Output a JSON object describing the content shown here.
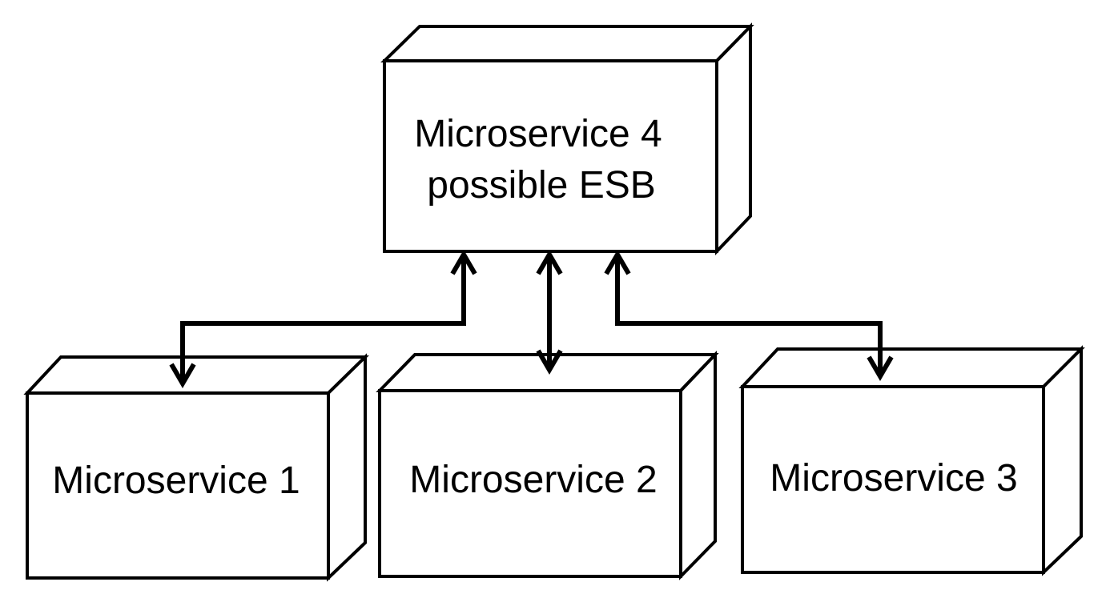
{
  "diagram": {
    "nodes": {
      "esb": {
        "line1": "Microservice 4",
        "line2": "possible ESB"
      },
      "ms1": {
        "label": "Microservice 1"
      },
      "ms2": {
        "label": "Microservice 2"
      },
      "ms3": {
        "label": "Microservice 3"
      }
    },
    "edges": [
      {
        "from": "esb",
        "to": "ms1",
        "bidirectional": true
      },
      {
        "from": "esb",
        "to": "ms2",
        "bidirectional": true
      },
      {
        "from": "esb",
        "to": "ms3",
        "bidirectional": true
      }
    ],
    "colors": {
      "stroke": "#000000",
      "fill": "#ffffff"
    }
  }
}
